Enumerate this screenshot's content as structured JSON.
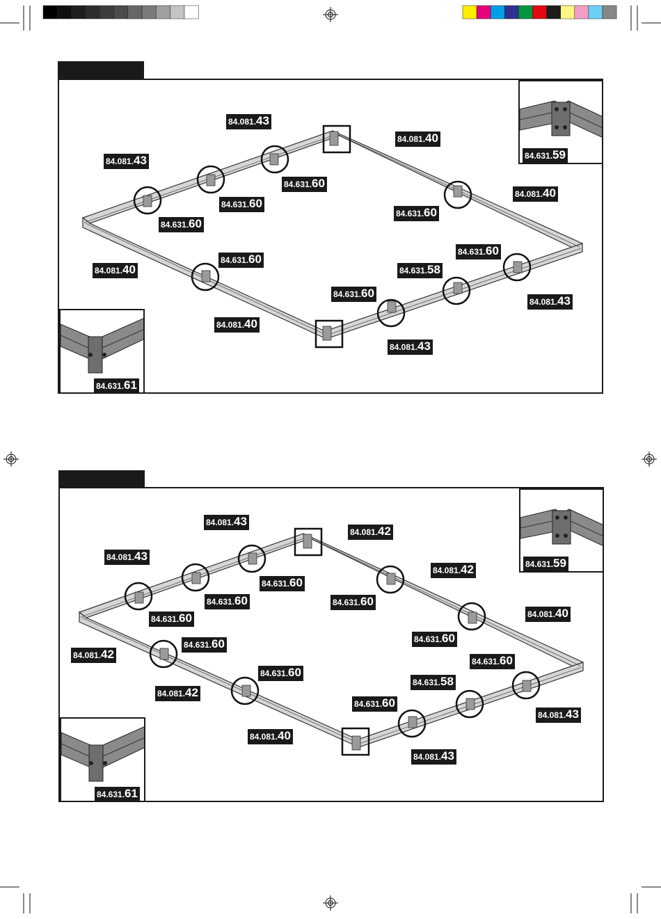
{
  "print_marks": {
    "color_bar": [
      "#ffed00",
      "#e5007e",
      "#009fe3",
      "#2e3192",
      "#00963f",
      "#e30613",
      "#1d1d1b",
      "#fff685",
      "#f29fc5",
      "#6dcff6",
      "#878787"
    ],
    "gray_bar": [
      "#000000",
      "#0f0f0f",
      "#1e1e1e",
      "#2d2d2d",
      "#3c3c3c",
      "#4b4b4b",
      "#666666",
      "#7a7a7a",
      "#a0a0a0",
      "#c4c4c4",
      "#ffffff"
    ]
  },
  "panels": [
    {
      "labels": [
        {
          "p": "84.081.",
          "s": "43"
        },
        {
          "p": "84.081.",
          "s": "40"
        },
        {
          "p": "84.081.",
          "s": "43"
        },
        {
          "p": "84.631.",
          "s": "60"
        },
        {
          "p": "84.631.",
          "s": "60"
        },
        {
          "p": "84.631.",
          "s": "60"
        },
        {
          "p": "84.081.",
          "s": "40"
        },
        {
          "p": "84.631.",
          "s": "60"
        },
        {
          "p": "84.631.",
          "s": "60"
        },
        {
          "p": "84.631.",
          "s": "60"
        },
        {
          "p": "84.081.",
          "s": "40"
        },
        {
          "p": "84.631.",
          "s": "58"
        },
        {
          "p": "84.631.",
          "s": "60"
        },
        {
          "p": "84.081.",
          "s": "43"
        },
        {
          "p": "84.081.",
          "s": "40"
        },
        {
          "p": "84.081.",
          "s": "43"
        }
      ],
      "inset_top": {
        "p": "84.631.",
        "s": "59"
      },
      "inset_bottom": {
        "p": "84.631.",
        "s": "61"
      }
    },
    {
      "labels": [
        {
          "p": "84.081.",
          "s": "43"
        },
        {
          "p": "84.081.",
          "s": "42"
        },
        {
          "p": "84.081.",
          "s": "43"
        },
        {
          "p": "84.081.",
          "s": "42"
        },
        {
          "p": "84.631.",
          "s": "60"
        },
        {
          "p": "84.631.",
          "s": "60"
        },
        {
          "p": "84.631.",
          "s": "60"
        },
        {
          "p": "84.631.",
          "s": "60"
        },
        {
          "p": "84.081.",
          "s": "40"
        },
        {
          "p": "84.631.",
          "s": "60"
        },
        {
          "p": "84.081.",
          "s": "42"
        },
        {
          "p": "84.631.",
          "s": "60"
        },
        {
          "p": "84.081.",
          "s": "42"
        },
        {
          "p": "84.631.",
          "s": "60"
        },
        {
          "p": "84.631.",
          "s": "58"
        },
        {
          "p": "84.631.",
          "s": "60"
        },
        {
          "p": "84.081.",
          "s": "43"
        },
        {
          "p": "84.081.",
          "s": "40"
        },
        {
          "p": "84.081.",
          "s": "43"
        }
      ],
      "inset_top": {
        "p": "84.631.",
        "s": "59"
      },
      "inset_bottom": {
        "p": "84.631.",
        "s": "61"
      }
    }
  ]
}
